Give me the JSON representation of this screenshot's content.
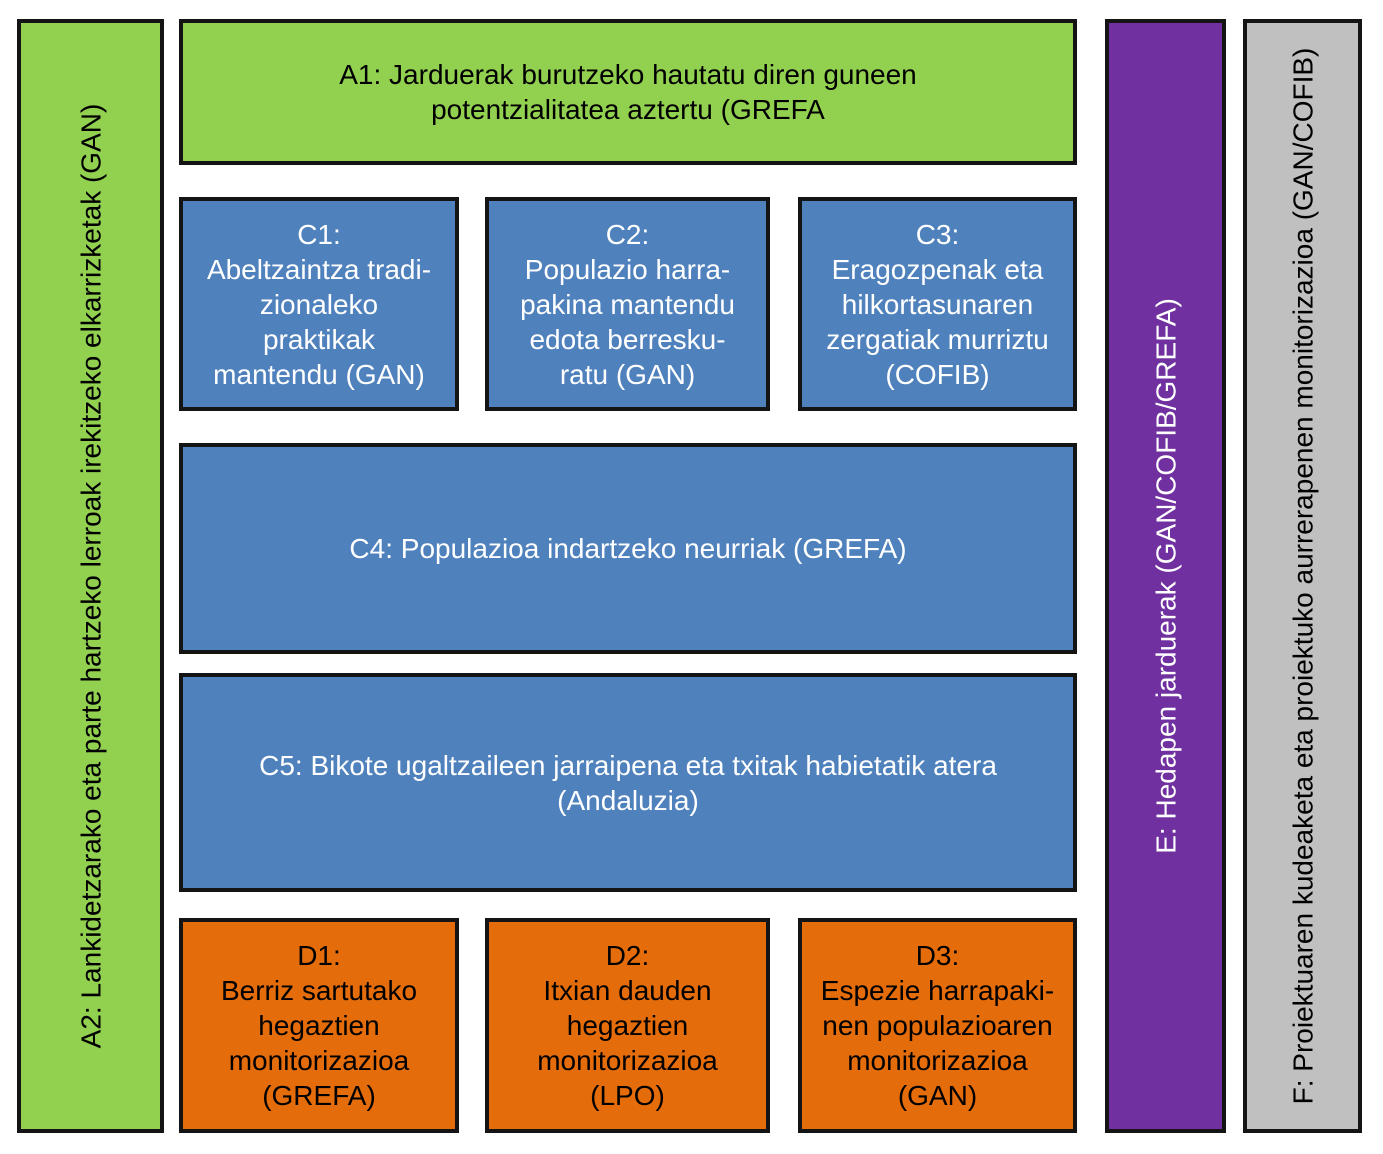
{
  "colors": {
    "A": "#92d050",
    "C": "#4f81bd",
    "D": "#e46c0a",
    "E": "#7030a0",
    "F": "#c0c0c0",
    "border": "#141414"
  },
  "boxes": {
    "a2": {
      "text": "A2: Lankidetzarako eta parte hartzeko lerroak irekitzeko elkarrizketak (GAN)"
    },
    "a1": {
      "lines": [
        "A1: Jarduerak burutzeko hautatu diren guneen",
        "potentzialitatea aztertu (GREFA"
      ]
    },
    "c1": {
      "lines": [
        "C1:",
        "Abeltzaintza tradi-",
        "zionaleko",
        "praktikak",
        "mantendu (GAN)"
      ]
    },
    "c2": {
      "lines": [
        "C2:",
        "Populazio harra-",
        "pakina mantendu",
        "edota berresku-",
        "ratu (GAN)"
      ]
    },
    "c3": {
      "lines": [
        "C3:",
        "Eragozpenak eta",
        "hilkortasunaren",
        "zergatiak murriztu",
        "(COFIB)"
      ]
    },
    "c4": {
      "lines": [
        "C4: Populazioa indartzeko neurriak (GREFA)"
      ]
    },
    "c5": {
      "lines": [
        "C5: Bikote ugaltzaileen jarraipena eta txitak habietatik atera",
        "(Andaluzia)"
      ]
    },
    "d1": {
      "lines": [
        "D1:",
        "Berriz sartutako",
        "hegaztien",
        "monitorizazioa",
        "(GREFA)"
      ]
    },
    "d2": {
      "lines": [
        "D2:",
        "Itxian dauden",
        "hegaztien",
        "monitorizazioa",
        "(LPO)"
      ]
    },
    "d3": {
      "lines": [
        "D3:",
        "Espezie harrapaki-",
        "nen populazioaren",
        "monitorizazioa",
        "(GAN)"
      ]
    },
    "e": {
      "text": "E: Hedapen jarduerak (GAN/COFIB/GREFA)"
    },
    "f": {
      "text": "F: Proiektuaren kudeaketa eta proiektuko aurrerapenen monitorizazioa (GAN/COFIB)"
    }
  }
}
